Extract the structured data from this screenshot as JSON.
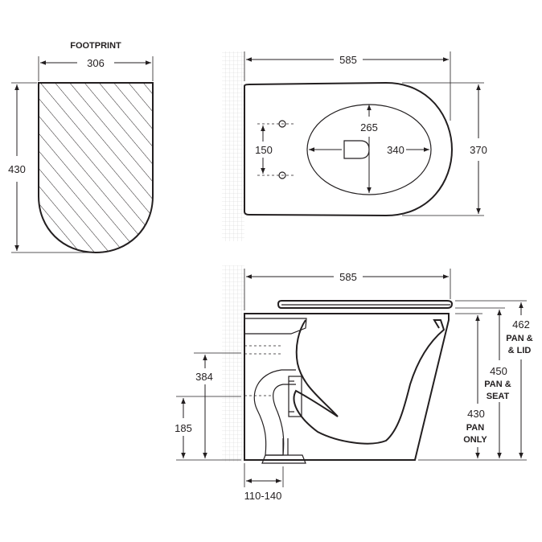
{
  "footprint": {
    "title": "FOOTPRINT",
    "width": "306",
    "depth": "430"
  },
  "plan_view": {
    "length": "585",
    "width": "370",
    "bowl_width": "265",
    "bowl_length": "340",
    "fixing_spacing": "150"
  },
  "side_view": {
    "length": "585",
    "inlet_height": "384",
    "outlet_height": "185",
    "outlet_setout": "110-140",
    "height_pan_lid": {
      "value": "462",
      "line1": "PAN &",
      "line2": "& LID"
    },
    "height_pan_seat": {
      "value": "450",
      "line1": "PAN &",
      "line2": "SEAT"
    },
    "height_pan_only": {
      "value": "430",
      "line1": "PAN",
      "line2": "ONLY"
    }
  }
}
